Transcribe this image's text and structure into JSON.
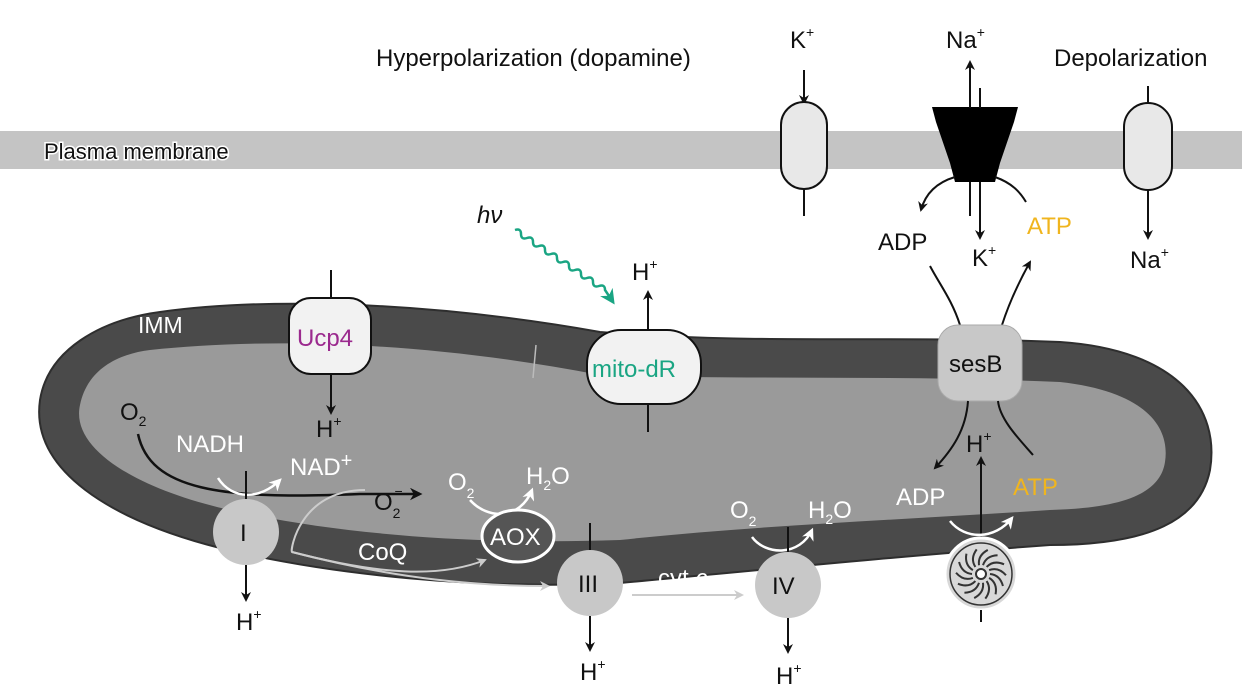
{
  "labels": {
    "hyperpolarization": "Hyperpolarization (dopamine)",
    "depolarization": "Depolarization",
    "plasma_membrane": "Plasma membrane",
    "imm": "IMM",
    "k_plus_out": "K",
    "na_plus_out": "Na",
    "na_plus_in": "Na",
    "k_plus_in": "K",
    "adp_top": "ADP",
    "atp_top": "ATP",
    "hv": "hν",
    "h_plus_mito_dr": "H",
    "ucp4": "Ucp4",
    "h_plus_ucp4": "H",
    "mito_dr": "mito-dR",
    "sesb": "sesB",
    "o2_left": "O",
    "nadh": "NADH",
    "nad_plus": "NAD",
    "superoxide": "O",
    "complex_i": "I",
    "h_plus_i": "H",
    "coq": "CoQ",
    "aox": "AOX",
    "o2_aox": "O",
    "h2o_aox": "H",
    "complex_iii": "III",
    "h_plus_iii": "H",
    "cyt_c": "cyt ",
    "cyt_c_italic": "c",
    "complex_iv": "IV",
    "h_plus_iv": "H",
    "o2_iv": "O",
    "h2o_iv": "H",
    "adp_bottom": "ADP",
    "atp_bottom": "ATP",
    "h_plus_synthase": "H",
    "plus": "+",
    "minus": "−",
    "two": "2",
    "o_suffix": "O"
  },
  "colors": {
    "membrane": "#c4c4c4",
    "imm_dark": "#4a4a4a",
    "matrix": "#9a9a9a",
    "ucp4_text": "#9b2a8e",
    "mito_dr_text": "#1aa583",
    "atp_text": "#f0b51e"
  }
}
